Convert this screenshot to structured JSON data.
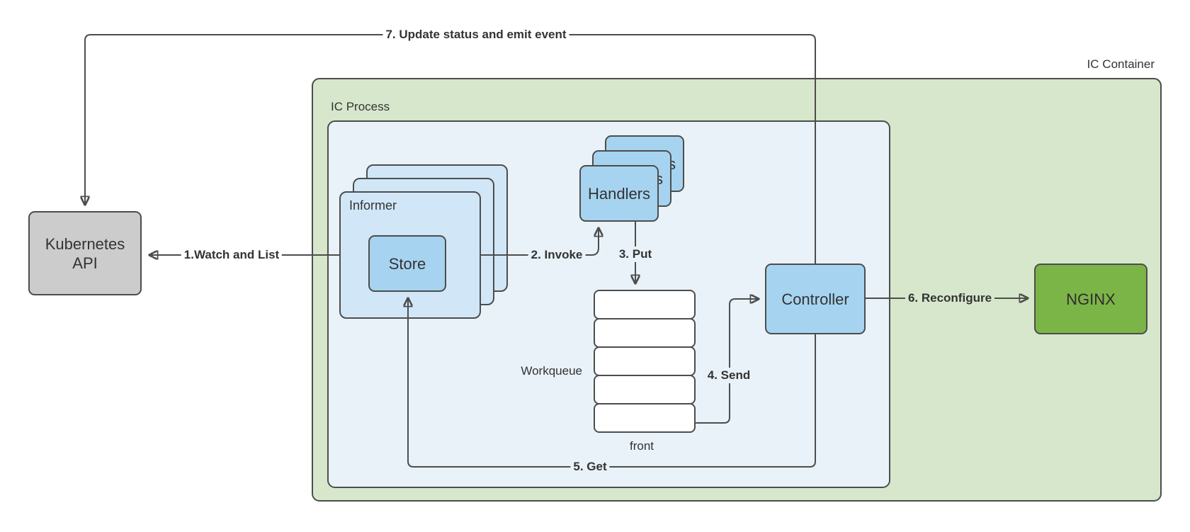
{
  "diagram": {
    "containers": {
      "ic_container": {
        "label": "IC Container"
      },
      "ic_process": {
        "label": "IC Process"
      }
    },
    "nodes": {
      "kubernetes_api": {
        "label": "Kubernetes API"
      },
      "informer": {
        "label": "Informer"
      },
      "store": {
        "label": "Store"
      },
      "handlers": {
        "label": "Handlers"
      },
      "workqueue": {
        "label": "Workqueue",
        "front_label": "front",
        "slot_count": 5
      },
      "controller": {
        "label": "Controller"
      },
      "nginx": {
        "label": "NGINX"
      }
    },
    "edges": {
      "e1": {
        "label": "1.Watch and List"
      },
      "e2": {
        "label": "2. Invoke"
      },
      "e3": {
        "label": "3. Put"
      },
      "e4": {
        "label": "4. Send"
      },
      "e5": {
        "label": "5. Get"
      },
      "e6": {
        "label": "6. Reconfigure"
      },
      "e7": {
        "label": "7. Update status and emit event"
      }
    },
    "colors": {
      "container_fill": "#d7e7cb",
      "process_fill": "#e9f2f8",
      "node_blue": "#a6d4f0",
      "node_blue_light": "#d1e7f8",
      "node_gray": "#cccccc",
      "nginx_green": "#7cb547",
      "stroke": "#4d4d4d",
      "text": "#333333"
    }
  }
}
